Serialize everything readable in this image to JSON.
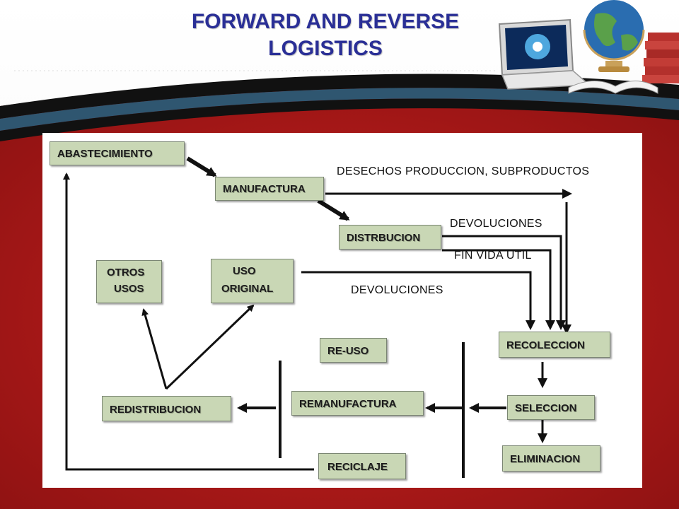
{
  "slide": {
    "title_line1": "FORWARD AND REVERSE",
    "title_line2": "LOGISTICS"
  },
  "colors": {
    "title": "#2a2f96",
    "background_red": "#b01a1a",
    "band_black": "#111111",
    "band_blue": "#2f5670",
    "box_fill": "#c9d7b5"
  },
  "decoration": {
    "icons": [
      "laptop-icon",
      "globe-icon",
      "books-icon"
    ]
  },
  "diagram": {
    "boxes": {
      "abastecimiento": "ABASTECIMIENTO",
      "manufactura": "MANUFACTURA",
      "distribucion": "DISTRBUCION",
      "otros_usos_1": "OTROS",
      "otros_usos_2": "USOS",
      "uso_original_1": "USO",
      "uso_original_2": "ORIGINAL",
      "recoleccion": "RECOLECCION",
      "re_uso": "RE-USO",
      "remanufactura": "REMANUFACTURA",
      "redistribucion": "REDISTRIBUCION",
      "seleccion": "SELECCION",
      "eliminacion": "ELIMINACION",
      "reciclaje": "RECICLAJE"
    },
    "labels": {
      "desechos": "DESECHOS PRODUCCION, SUBPRODUCTOS",
      "devoluciones_1": "DEVOLUCIONES",
      "fin_vida": "FIN VIDA UTIL",
      "devoluciones_2": "DEVOLUCIONES"
    }
  }
}
